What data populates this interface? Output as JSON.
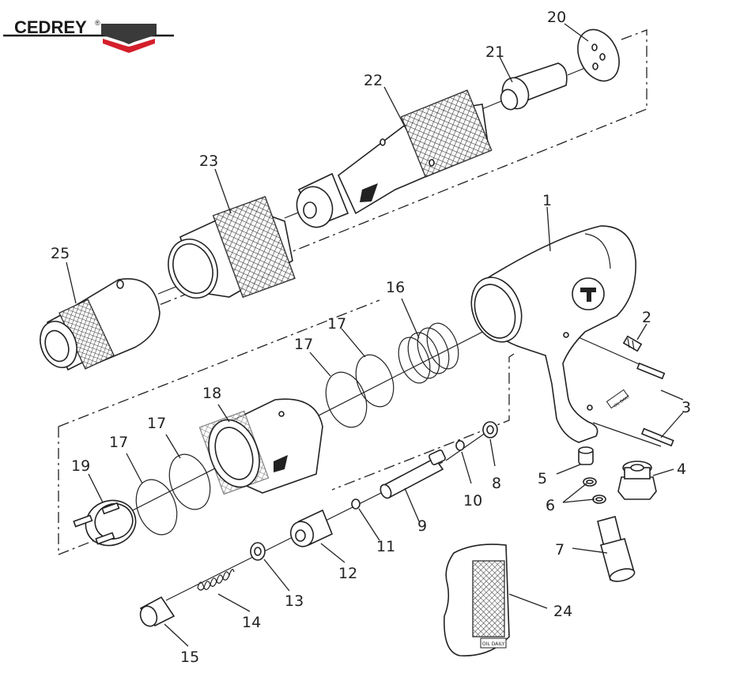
{
  "brand": {
    "name": "CEDREY",
    "registered_mark": "®",
    "colors": {
      "primary": "#2b2b2b",
      "accent": "#d41f2b"
    }
  },
  "diagram": {
    "part_numbers": [
      "1",
      "2",
      "3",
      "4",
      "5",
      "6",
      "7",
      "8",
      "9",
      "10",
      "11",
      "12",
      "13",
      "14",
      "15",
      "16",
      "17",
      "17",
      "17",
      "17",
      "18",
      "19",
      "20",
      "21",
      "22",
      "23",
      "24",
      "25"
    ],
    "handle_badge_text": "OIL DAILY",
    "grip_badge_text": "OIL DAILY"
  }
}
